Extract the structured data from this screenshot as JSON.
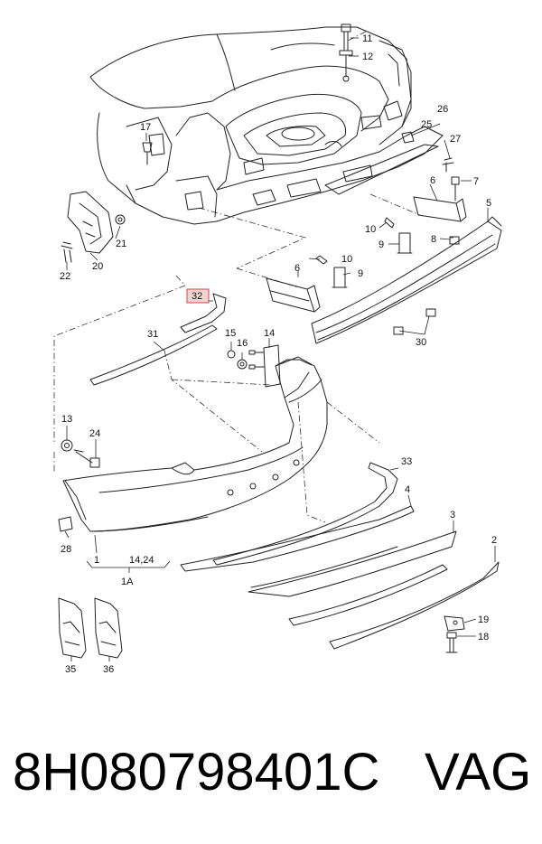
{
  "diagram": {
    "labels": {
      "l1": "1",
      "l1A": "1A",
      "l2": "2",
      "l3": "3",
      "l4": "4",
      "l5": "5",
      "l6a": "6",
      "l6b": "6",
      "l7": "7",
      "l8": "8",
      "l9a": "9",
      "l9b": "9",
      "l10a": "10",
      "l10b": "10",
      "l11": "11",
      "l12": "12",
      "l13": "13",
      "l1424": "14,24",
      "l14": "14",
      "l15": "15",
      "l16": "16",
      "l17": "17",
      "l18": "18",
      "l19": "19",
      "l20": "20",
      "l21": "21",
      "l22": "22",
      "l24": "24",
      "l25": "25",
      "l26": "26",
      "l27": "27",
      "l28": "28",
      "l30": "30",
      "l31": "31",
      "l32": "32",
      "l33": "33",
      "l35": "35",
      "l36": "36"
    },
    "highlighted": "32"
  },
  "footer": {
    "part_number": "8H080798401C",
    "brand": "VAG"
  }
}
